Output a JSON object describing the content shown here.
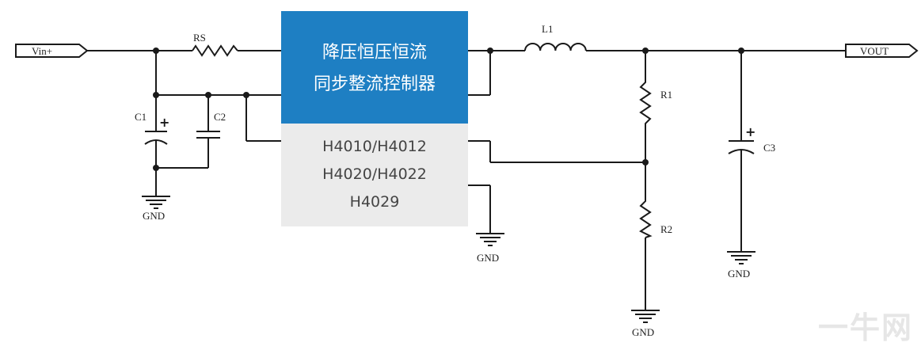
{
  "chip": {
    "title_line1": "降压恒压恒流",
    "title_line2": "同步整流控制器",
    "part_line1": "H4010/H4012",
    "part_line2": "H4020/H4022",
    "part_line3": "H4029",
    "colors": {
      "top": "#1e7fc3",
      "bottom": "#ebebeb"
    }
  },
  "ports": {
    "input": "Vin+",
    "output": "VOUT"
  },
  "components": {
    "rs": "RS",
    "c1": "C1",
    "c2": "C2",
    "l1": "L1",
    "r1": "R1",
    "r2": "R2",
    "c3": "C3"
  },
  "ground_label": "GND",
  "watermark": "一牛网"
}
